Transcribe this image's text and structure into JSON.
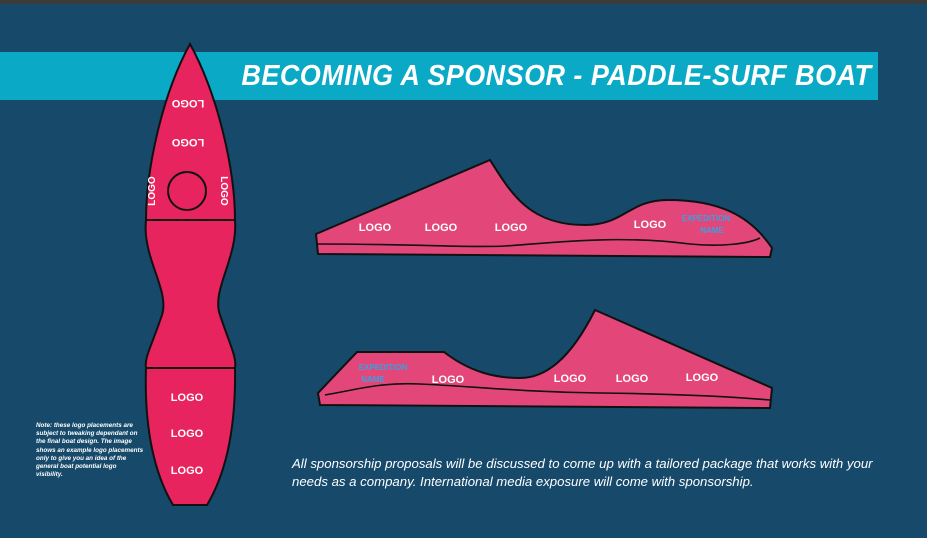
{
  "title": "BECOMING  A SPONSOR - PADDLE-SURF BOAT",
  "top_view": {
    "bow_logos": [
      "LOGO",
      "LOGO"
    ],
    "side_logo_left": "LOGO",
    "side_logo_right": "LOGO",
    "stern_logos": [
      "LOGO",
      "LOGO",
      "LOGO"
    ]
  },
  "side_view_1": {
    "logos": [
      "LOGO",
      "LOGO",
      "LOGO",
      "LOGO"
    ],
    "expedition_line1": "EXPEDITION",
    "expedition_line2": "NAME"
  },
  "side_view_2": {
    "expedition_line1": "EXPEDITION",
    "expedition_line2": "NAME",
    "logos": [
      "LOGO",
      "LOGO",
      "LOGO",
      "LOGO"
    ]
  },
  "note": "Note: these logo placements are subject to tweaking dependant on the final boat design. The image shows  an example logo placements only to give you an idea of the general boat potential logo visibility.",
  "footer_text": "All sponsorship proposals will be discussed to come up with a tailored package that works with your needs as a company. International media exposure will come with sponsorship.",
  "colors": {
    "background": "#16496a",
    "title_bar": "#0aa9c6",
    "boat_top": "#e8245f",
    "boat_side": "#e3477a",
    "expedition_text": "#3aa0e0"
  }
}
